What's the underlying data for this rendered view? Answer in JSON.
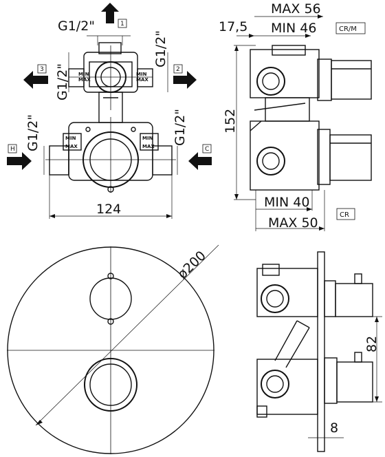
{
  "top_left_view": {
    "port_labels": {
      "top": "1",
      "right": "2",
      "left": "3",
      "hot": "H",
      "cold": "C"
    },
    "thread_labels": {
      "top": "G1/2\"",
      "top_right": "G1/2\"",
      "left_upper": "G1/2\"",
      "left_lower": "G1/2\"",
      "right_lower": "G1/2\""
    },
    "width_dim": "124",
    "valve_marks": {
      "min_left_upper": "MIN",
      "max_left_upper": "MAX",
      "min_right_upper": "MIN",
      "max_right_upper": "MAX",
      "min_left_lower": "MIN",
      "max_left_lower": "MAX",
      "min_right_lower": "MIN",
      "max_right_lower": "MAX"
    }
  },
  "top_right_view": {
    "max_depth": "MAX 56",
    "offset": "17,5",
    "min_depth": "MIN 46",
    "height": "152",
    "min_bottom": "MIN 40",
    "max_bottom": "MAX 50",
    "tag_upper": "CR/M",
    "tag_lower": "CR"
  },
  "bottom_left_view": {
    "diameter": "ø200"
  },
  "bottom_right_view": {
    "spacing": "82",
    "plate": "8"
  }
}
